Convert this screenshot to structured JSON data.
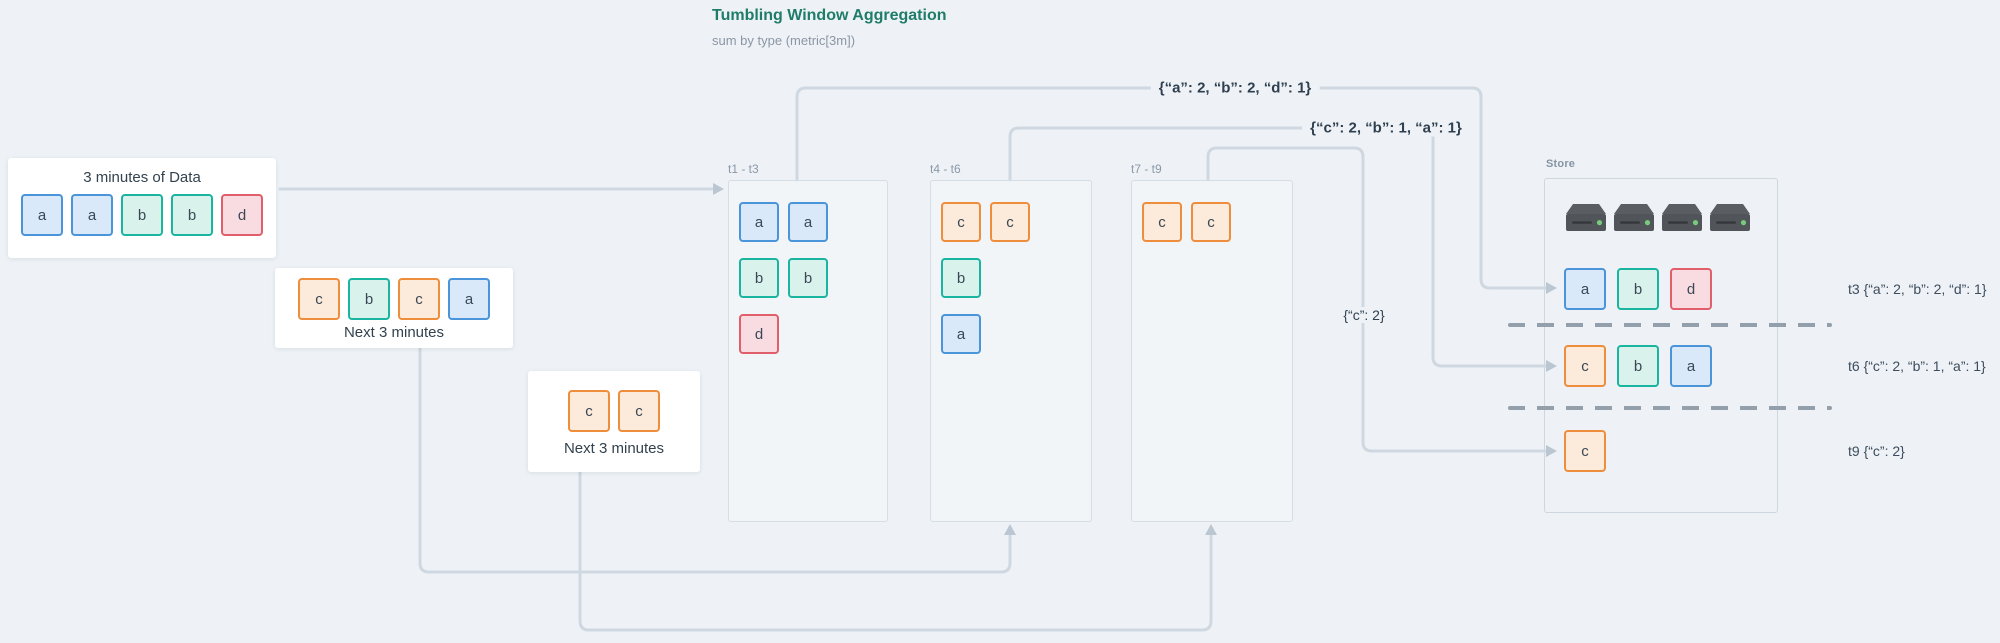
{
  "header": {
    "title": "Tumbling Window Aggregation",
    "subtitle": "sum by type (metric[3m])"
  },
  "cards": [
    {
      "label": "3 minutes of Data",
      "items": [
        "a",
        "a",
        "b",
        "b",
        "d"
      ]
    },
    {
      "label": "Next 3 minutes",
      "items": [
        "c",
        "b",
        "c",
        "a"
      ]
    },
    {
      "label": "Next 3 minutes",
      "items": [
        "c",
        "c"
      ]
    }
  ],
  "windows": [
    {
      "label": "t1 - t3",
      "rows": [
        [
          "a",
          "a"
        ],
        [
          "b",
          "b"
        ],
        [
          "d"
        ]
      ]
    },
    {
      "label": "t4 - t6",
      "rows": [
        [
          "c",
          "c"
        ],
        [
          "b"
        ],
        [
          "a"
        ]
      ]
    },
    {
      "label": "t7 - t9",
      "rows": [
        [
          "c",
          "c"
        ]
      ]
    }
  ],
  "aggregations": [
    {
      "text": "{“a”: 2, “b”: 2, “d”: 1}"
    },
    {
      "text": "{“c”: 2, “b”: 1, “a”: 1}"
    },
    {
      "text": "{“c”: 2}"
    }
  ],
  "store": {
    "label": "Store",
    "server_count": 4,
    "rows": [
      [
        "a",
        "b",
        "d"
      ],
      [
        "c",
        "b",
        "a"
      ],
      [
        "c"
      ]
    ],
    "row_labels": [
      "t3 {“a”: 2, “b”: 2, “d”: 1}",
      "t6 {“c”: 2, “b”: 1, “a”: 1}",
      "t9 {“c”: 2}"
    ]
  },
  "type_colors": {
    "a": {
      "border": "#4a94da",
      "bg": "#d9e9f9"
    },
    "b": {
      "border": "#1ab5a0",
      "bg": "#daf2ec"
    },
    "c": {
      "border": "#ee8e3d",
      "bg": "#fceadb"
    },
    "d": {
      "border": "#e15f6b",
      "bg": "#f9dce1"
    }
  },
  "accent_colors": {
    "title": "#1f7c69",
    "connector": "#cfd8e1",
    "arrowhead": "#bac6d1",
    "dashed_line": "#93a0ab"
  }
}
